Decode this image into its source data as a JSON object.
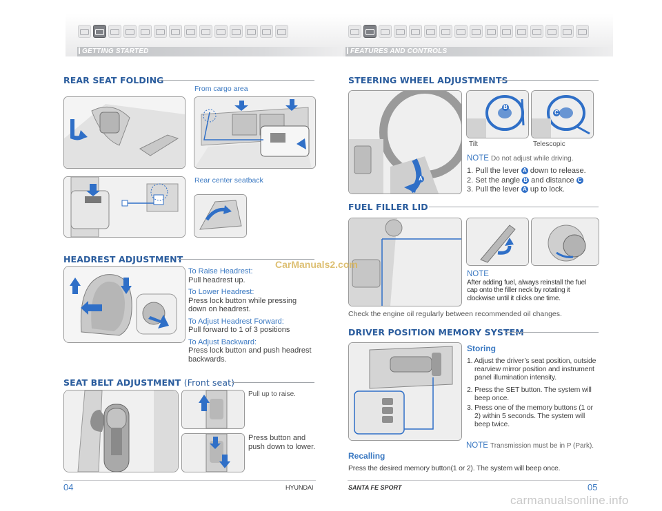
{
  "header": {
    "left_label": "GETTING STARTED",
    "right_label": "FEATURES AND CONTROLS",
    "left_icons": [
      "seat-icon",
      "steering-icon",
      "mirror-icon",
      "wiper-icon",
      "climate-icon",
      "car-icon",
      "radio-icon",
      "phone-icon",
      "bluetooth-icon",
      "map-icon",
      "media-icon",
      "camera-icon",
      "tire-icon",
      "info-icon"
    ],
    "right_icons": [
      "seat-icon",
      "steering-icon",
      "mirror-icon",
      "wiper-icon",
      "home-icon",
      "car-icon",
      "radio-icon",
      "phone-icon",
      "bluetooth-icon",
      "map-icon",
      "media-icon",
      "camera-icon",
      "tire-icon",
      "person-icon",
      "child-icon",
      "info-icon"
    ]
  },
  "rear_seat": {
    "title": "REAR SEAT FOLDING",
    "from_cargo": "From cargo area",
    "rear_center": "Rear center seatback"
  },
  "headrest": {
    "title": "HEADREST ADJUSTMENT",
    "items": [
      {
        "label": "To Raise Headrest:",
        "text": "Pull headrest up."
      },
      {
        "label": "To Lower Headrest:",
        "text": "Press lock button while pressing down on headrest."
      },
      {
        "label": "To Adjust Headrest Forward:",
        "text": "Pull forward to 1 of 3 positions"
      },
      {
        "label": "To Adjust Backward:",
        "text": "Press lock button and push headrest backwards."
      }
    ]
  },
  "seat_belt": {
    "title": "SEAT BELT ADJUSTMENT",
    "subtitle": "(Front seat)",
    "pull_up": "Pull up to raise.",
    "press_button": "Press button and push down to lower."
  },
  "steering": {
    "title": "STEERING WHEEL ADJUSTMENTS",
    "tilt": "Tilt",
    "telescopic": "Telescopic",
    "note_label": "NOTE",
    "note_text": "Do not adjust while driving.",
    "steps": [
      {
        "pre": "1. Pull the lever ",
        "letter": "A",
        "post": " down to release."
      },
      {
        "pre": "2. Set the angle ",
        "letter": "B",
        "post": " and distance "
      },
      {
        "pre": "3. Pull the lever ",
        "letter": "A",
        "post": " up to lock."
      }
    ],
    "step2_letter2": "C",
    "label_a": "A",
    "label_b": "B",
    "label_c": "C"
  },
  "fuel": {
    "title": "FUEL FILLER LID",
    "note_label": "NOTE",
    "note_text": "After adding fuel, always reinstall the fuel cap onto the filler neck by rotating it clockwise until it clicks one time.",
    "check_oil": "Check the engine oil regularly between recommended oil changes."
  },
  "memory": {
    "title": "DRIVER POSITION MEMORY SYSTEM",
    "storing_title": "Storing",
    "steps": [
      "1. Adjust the driver’s seat position, outside rearview mirror position and instrument panel illumination intensity.",
      "2. Press the SET button. The system will beep once.",
      "3. Press one of the memory buttons (1 or 2) within 5 seconds. The system will beep twice."
    ],
    "note_label": "NOTE",
    "note_text": "Transmission must be in P (Park).",
    "recalling_title": "Recalling",
    "recalling_text": "Press the desired memory button(1 or 2). The system will beep once."
  },
  "footer": {
    "page_left": "04",
    "page_right": "05",
    "brand": "HYUNDAI",
    "model": "SANTA FE SPORT"
  },
  "watermarks": {
    "carmanuals": "CarManuals2.com",
    "online": "carmanualsonline.info"
  }
}
